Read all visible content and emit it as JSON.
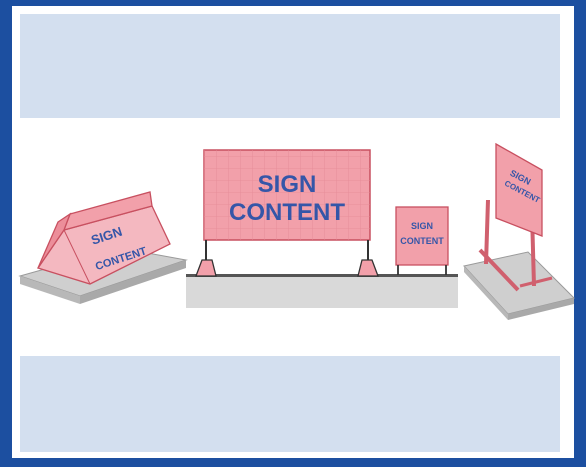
{
  "colors": {
    "frame": "#1c4fa0",
    "band": "#d3dfef",
    "sign_fill": "#f2a0aa",
    "sign_text": "#3556a8",
    "ground": "#d9d9d9"
  },
  "signs": {
    "barrier": {
      "line1": "SIGN",
      "line2": "CONTENT"
    },
    "fence": {
      "line1": "SIGN",
      "line2": "CONTENT"
    },
    "aframe": {
      "line1": "SIGN",
      "line2": "CONTENT"
    },
    "easel": {
      "line1": "SIGN",
      "line2": "CONTENT"
    }
  }
}
